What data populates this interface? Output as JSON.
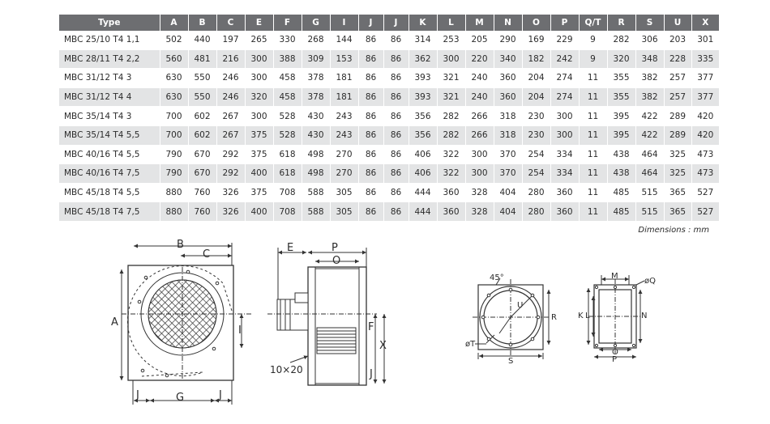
{
  "table": {
    "headers": [
      "Type",
      "A",
      "B",
      "C",
      "E",
      "F",
      "G",
      "I",
      "J",
      "J",
      "K",
      "L",
      "M",
      "N",
      "O",
      "P",
      "Q/T",
      "R",
      "S",
      "U",
      "X"
    ],
    "rows": [
      [
        "MBC 25/10 T4 1,1",
        "502",
        "440",
        "197",
        "265",
        "330",
        "268",
        "144",
        "86",
        "86",
        "314",
        "253",
        "205",
        "290",
        "169",
        "229",
        "9",
        "282",
        "306",
        "203",
        "301"
      ],
      [
        "MBC 28/11 T4 2,2",
        "560",
        "481",
        "216",
        "300",
        "388",
        "309",
        "153",
        "86",
        "86",
        "362",
        "300",
        "220",
        "340",
        "182",
        "242",
        "9",
        "320",
        "348",
        "228",
        "335"
      ],
      [
        "MBC 31/12 T4 3",
        "630",
        "550",
        "246",
        "300",
        "458",
        "378",
        "181",
        "86",
        "86",
        "393",
        "321",
        "240",
        "360",
        "204",
        "274",
        "11",
        "355",
        "382",
        "257",
        "377"
      ],
      [
        "MBC 31/12 T4 4",
        "630",
        "550",
        "246",
        "320",
        "458",
        "378",
        "181",
        "86",
        "86",
        "393",
        "321",
        "240",
        "360",
        "204",
        "274",
        "11",
        "355",
        "382",
        "257",
        "377"
      ],
      [
        "MBC 35/14 T4 3",
        "700",
        "602",
        "267",
        "300",
        "528",
        "430",
        "243",
        "86",
        "86",
        "356",
        "282",
        "266",
        "318",
        "230",
        "300",
        "11",
        "395",
        "422",
        "289",
        "420"
      ],
      [
        "MBC 35/14 T4 5,5",
        "700",
        "602",
        "267",
        "375",
        "528",
        "430",
        "243",
        "86",
        "86",
        "356",
        "282",
        "266",
        "318",
        "230",
        "300",
        "11",
        "395",
        "422",
        "289",
        "420"
      ],
      [
        "MBC 40/16 T4 5,5",
        "790",
        "670",
        "292",
        "375",
        "618",
        "498",
        "270",
        "86",
        "86",
        "406",
        "322",
        "300",
        "370",
        "254",
        "334",
        "11",
        "438",
        "464",
        "325",
        "473"
      ],
      [
        "MBC 40/16 T4 7,5",
        "790",
        "670",
        "292",
        "400",
        "618",
        "498",
        "270",
        "86",
        "86",
        "406",
        "322",
        "300",
        "370",
        "254",
        "334",
        "11",
        "438",
        "464",
        "325",
        "473"
      ],
      [
        "MBC 45/18 T4 5,5",
        "880",
        "760",
        "326",
        "375",
        "708",
        "588",
        "305",
        "86",
        "86",
        "444",
        "360",
        "328",
        "404",
        "280",
        "360",
        "11",
        "485",
        "515",
        "365",
        "527"
      ],
      [
        "MBC 45/18 T4 7,5",
        "880",
        "760",
        "326",
        "400",
        "708",
        "588",
        "305",
        "86",
        "86",
        "444",
        "360",
        "328",
        "404",
        "280",
        "360",
        "11",
        "485",
        "515",
        "365",
        "527"
      ]
    ]
  },
  "units_note": "Dimensions : mm",
  "drawing_labels": {
    "front": {
      "A": "A",
      "B": "B",
      "C": "C",
      "I": "I",
      "J_left": "J",
      "G": "G",
      "J_right": "J"
    },
    "side": {
      "E": "E",
      "P": "P",
      "O": "O",
      "F": "F",
      "X": "X",
      "J": "J",
      "slot": "10×20"
    },
    "flange_round": {
      "angle": "45°",
      "U": "U",
      "R": "R",
      "T": "øT",
      "S": "S"
    },
    "flange_rect": {
      "M": "M",
      "Q": "øQ",
      "K": "K",
      "L": "L",
      "N": "N",
      "O": "O",
      "P": "P"
    }
  },
  "colors": {
    "header_bg": "#6d6e71",
    "stripe": "#e3e4e5",
    "line": "#333333"
  }
}
